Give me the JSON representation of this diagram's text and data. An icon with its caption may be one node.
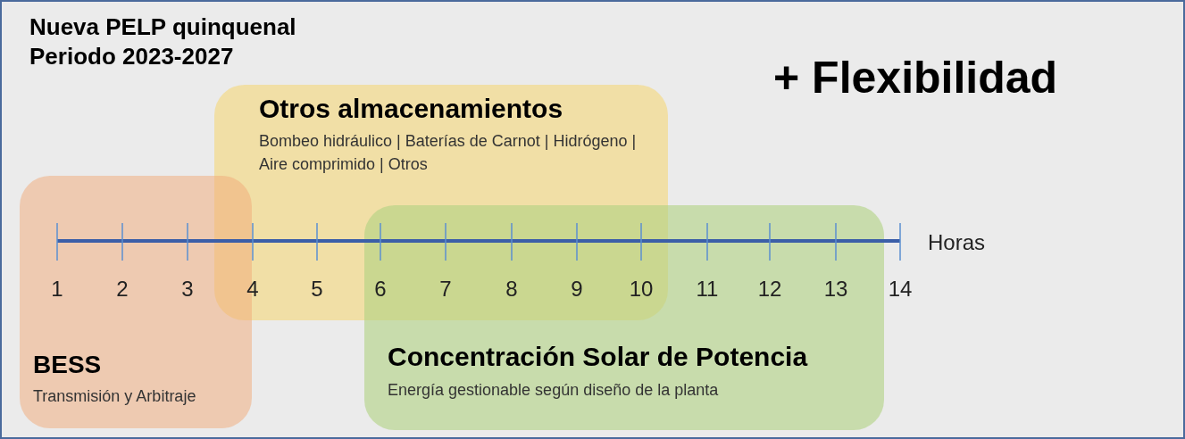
{
  "diagram": {
    "title": "Nueva PELP quinquenal Periodo 2023-2027",
    "nodes": [
      {
        "text": [
          "Otros almacenamientos",
          "Bombeo hidráulico | Baterías de Carnot | Hidrógeno | Aire comprimido | Otros"
        ]
      },
      {
        "text": [
          "BESS",
          "Transmisión y Arbitraje"
        ]
      },
      {
        "text": [
          "Concentración Solar de Potencia",
          "Energía gestionable según diseño de la planta"
        ]
      }
    ],
    "labels": [
      "+ Flexibilidad",
      "1",
      "2",
      "3",
      "4",
      "5",
      "6",
      "7",
      "8",
      "9",
      "10",
      "11",
      "12",
      "13",
      "14",
      "Horas"
    ]
  }
}
